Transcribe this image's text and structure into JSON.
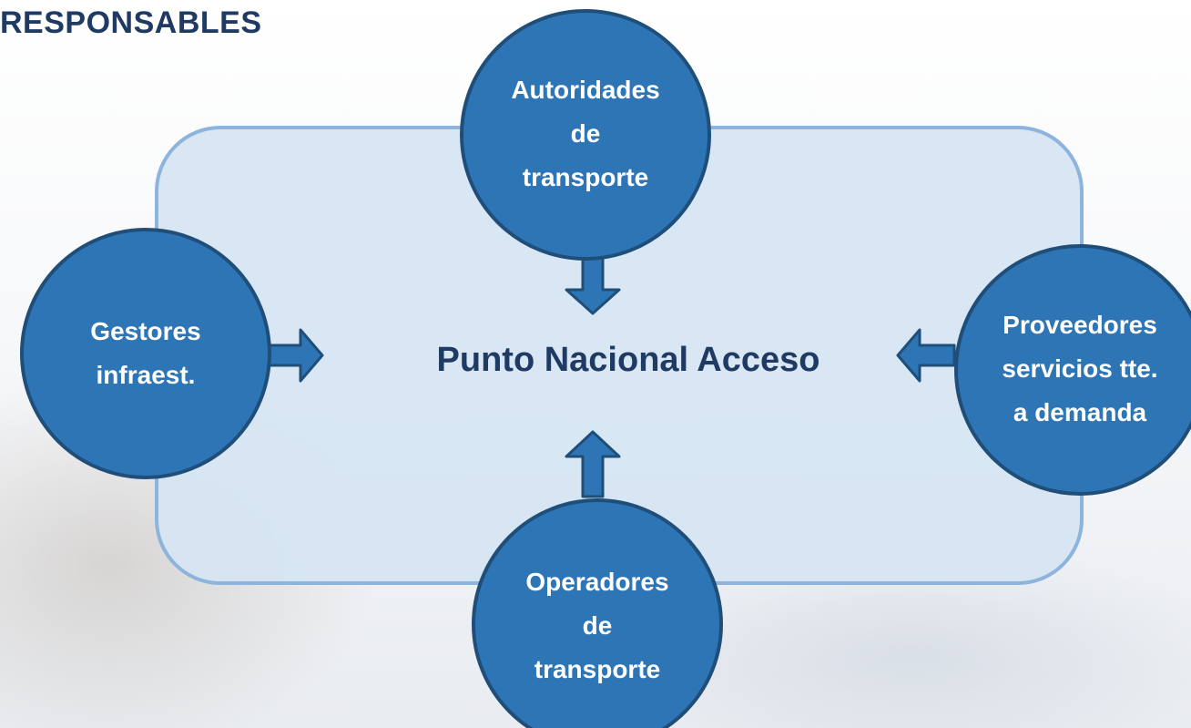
{
  "title": "RESPONSABLES",
  "center": {
    "label": "Punto Nacional Acceso"
  },
  "nodes": {
    "top": {
      "label": "Autoridades\nde\ntransporte"
    },
    "left": {
      "label": "Gestores\ninfraest."
    },
    "right": {
      "label": "Proveedores\nservicios tte.\na demanda"
    },
    "bottom": {
      "label": "Operadores\nde\ntransporte"
    }
  },
  "colors": {
    "title": "#1f3b63",
    "panel_fill": "#d6e5f3",
    "panel_stroke": "#8db4dc",
    "node_fill": "#2e75b6",
    "node_stroke": "#1f4e79",
    "arrow_fill": "#2e75b6"
  }
}
